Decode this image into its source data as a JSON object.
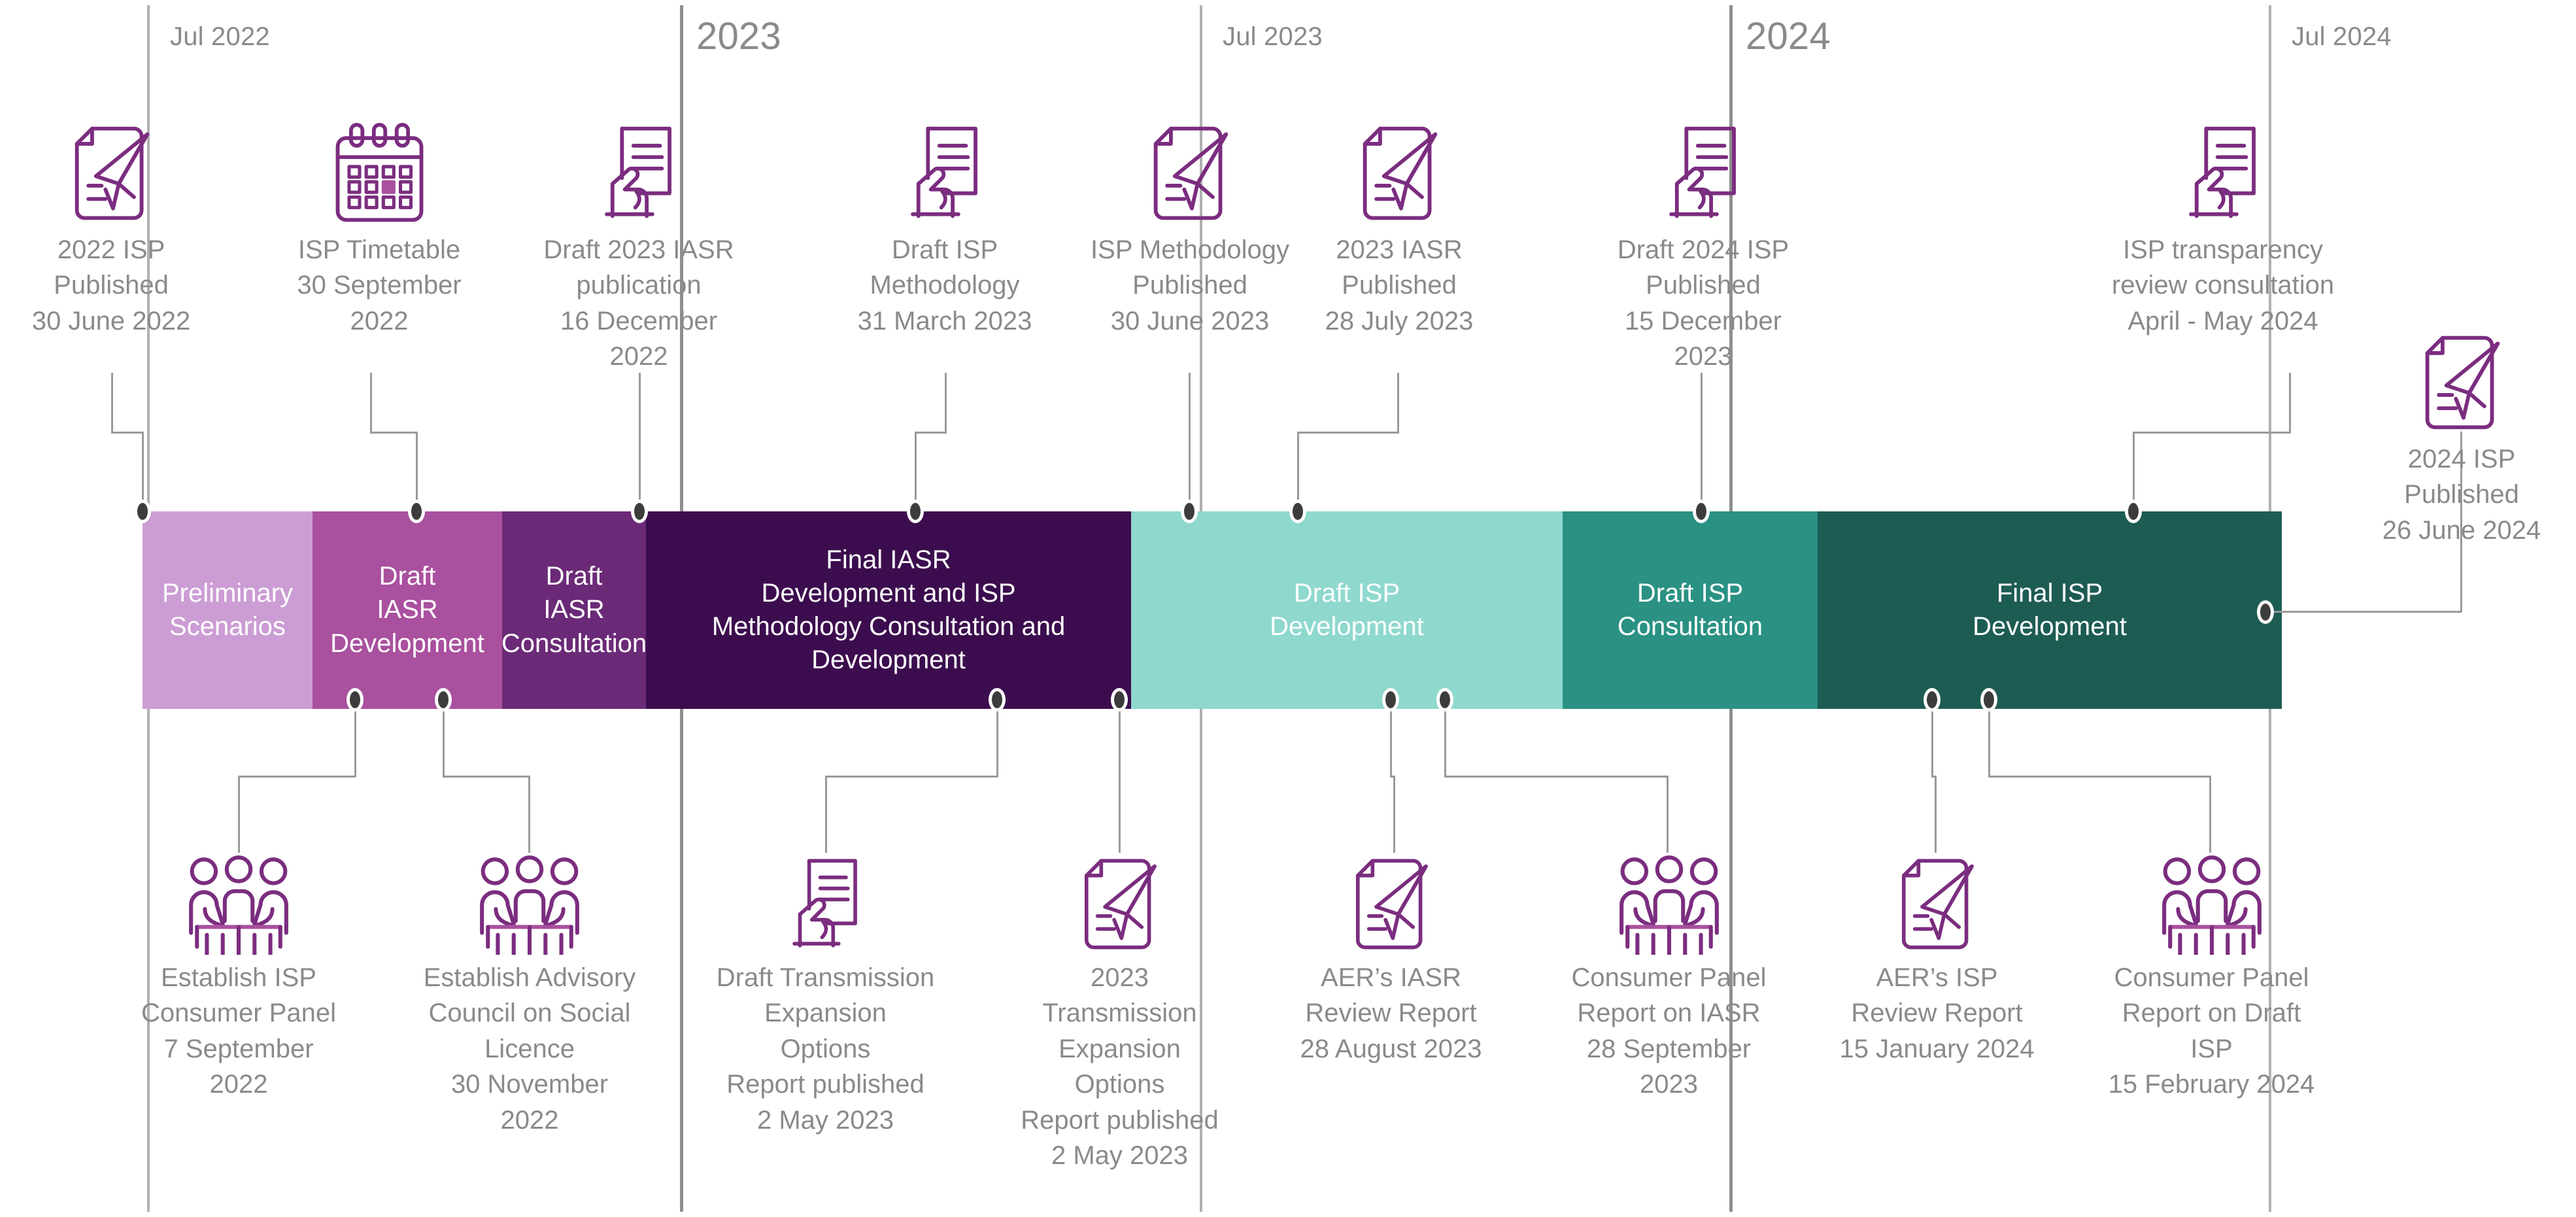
{
  "colors": {
    "phase_preliminary": "#cb9dd4",
    "phase_draft_iasr_dev": "#a9509e",
    "phase_draft_iasr_cons": "#6b2a77",
    "phase_final_iasr": "#3c0d4e",
    "phase_draft_isp_dev": "#8fd8ce",
    "phase_draft_isp_cons": "#2a9183",
    "phase_final_isp": "#1d5c53",
    "icon_stroke": "#7b2d7f",
    "label_text": "#8a8a8a",
    "gridline": "#b0b0b0",
    "gridline_major": "#8e8e8e",
    "dot": "#3c3c3c",
    "connector": "#9a9a9a"
  },
  "axis": {
    "ticks": [
      {
        "label": "Jul 2022",
        "kind": "small"
      },
      {
        "label": "2023",
        "kind": "big"
      },
      {
        "label": "Jul 2023",
        "kind": "small"
      },
      {
        "label": "2024",
        "kind": "big"
      },
      {
        "label": "Jul 2024",
        "kind": "small"
      }
    ]
  },
  "phases": [
    {
      "label": "Preliminary\nScenarios",
      "color_key": "phase_preliminary"
    },
    {
      "label": "Draft\nIASR\nDevelopment",
      "color_key": "phase_draft_iasr_dev"
    },
    {
      "label": "Draft\nIASR\nConsultation",
      "color_key": "phase_draft_iasr_cons"
    },
    {
      "label": "Final IASR\nDevelopment and ISP\nMethodology Consultation and\nDevelopment",
      "color_key": "phase_final_iasr"
    },
    {
      "label": "Draft ISP\nDevelopment",
      "color_key": "phase_draft_isp_dev"
    },
    {
      "label": "Draft ISP\nConsultation",
      "color_key": "phase_draft_isp_cons"
    },
    {
      "label": "Final ISP\nDevelopment",
      "color_key": "phase_final_isp"
    }
  ],
  "milestones_above": [
    {
      "icon": "document-paper-plane-icon",
      "title": "2022 ISP\nPublished",
      "date": "30 June 2022"
    },
    {
      "icon": "calendar-icon",
      "title": "ISP Timetable",
      "date": "30 September\n2022"
    },
    {
      "icon": "hand-document-icon",
      "title": "Draft 2023 IASR\npublication",
      "date": "16 December 2022"
    },
    {
      "icon": "hand-document-icon",
      "title": "Draft ISP\nMethodology",
      "date": "31 March 2023"
    },
    {
      "icon": "document-paper-plane-icon",
      "title": "ISP Methodology\nPublished",
      "date": "30 June 2023"
    },
    {
      "icon": "document-paper-plane-icon",
      "title": "2023 IASR\nPublished",
      "date": "28 July 2023"
    },
    {
      "icon": "hand-document-icon",
      "title": "Draft 2024 ISP\nPublished",
      "date": "15 December 2023"
    },
    {
      "icon": "hand-document-icon",
      "title": "ISP transparency\nreview consultation",
      "date": "April - May 2024"
    },
    {
      "icon": "document-paper-plane-icon",
      "title": "2024 ISP\nPublished",
      "date": "26 June 2024"
    }
  ],
  "milestones_below": [
    {
      "icon": "panel-meeting-icon",
      "title": "Establish ISP\nConsumer Panel",
      "date": "7 September\n2022"
    },
    {
      "icon": "panel-meeting-icon",
      "title": "Establish Advisory\nCouncil on Social\nLicence",
      "date": "30 November 2022"
    },
    {
      "icon": "hand-document-icon",
      "title": "Draft Transmission\nExpansion Options\nReport published",
      "date": "2 May 2023"
    },
    {
      "icon": "document-paper-plane-icon",
      "title": "2023 Transmission\nExpansion Options\nReport published",
      "date": "2 May 2023"
    },
    {
      "icon": "document-paper-plane-icon",
      "title": "AER’s IASR\nReview Report",
      "date": "28 August 2023"
    },
    {
      "icon": "panel-meeting-icon",
      "title": "Consumer Panel\nReport on IASR",
      "date": "28 September\n2023"
    },
    {
      "icon": "document-paper-plane-icon",
      "title": "AER’s ISP\nReview Report",
      "date": "15 January 2024"
    },
    {
      "icon": "panel-meeting-icon",
      "title": "Consumer Panel\nReport on Draft ISP",
      "date": "15 February 2024"
    }
  ]
}
